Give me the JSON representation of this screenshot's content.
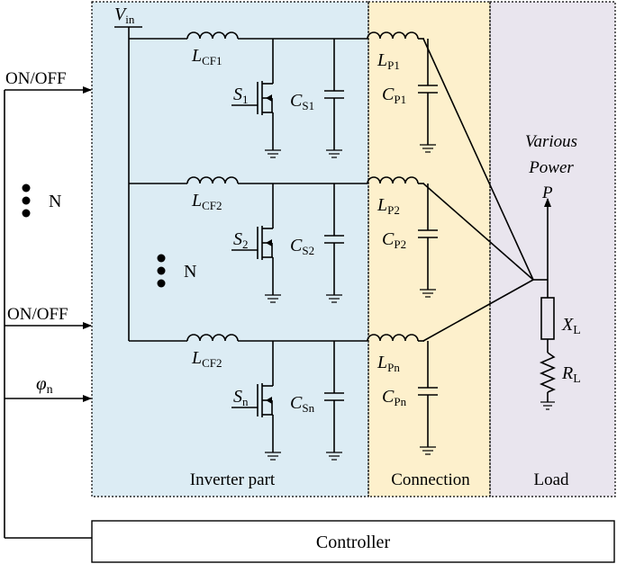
{
  "regions": {
    "inverter": {
      "label": "Inverter part",
      "fill": "#dcecf4"
    },
    "connection": {
      "label": "Connection",
      "fill": "#fdf0cc"
    },
    "load": {
      "label": "Load",
      "fill": "#e9e5ee"
    }
  },
  "source": {
    "symbol": "V",
    "sub": "in"
  },
  "left_signals": {
    "top": "ON/OFF",
    "dots": "N",
    "middle": "ON/OFF",
    "phase_symbol": "φ",
    "phase_sub": "n"
  },
  "inner_dots": "N",
  "stages": [
    {
      "lcf": "L",
      "lcf_sub": "CF1",
      "sw": "S",
      "sw_sub": "1",
      "cs": "C",
      "cs_sub": "S1",
      "lp": "L",
      "lp_sub": "P1",
      "cp": "C",
      "cp_sub": "P1"
    },
    {
      "lcf": "L",
      "lcf_sub": "CF2",
      "sw": "S",
      "sw_sub": "2",
      "cs": "C",
      "cs_sub": "S2",
      "lp": "L",
      "lp_sub": "P2",
      "cp": "C",
      "cp_sub": "P2"
    },
    {
      "lcf": "L",
      "lcf_sub": "CF2",
      "sw": "S",
      "sw_sub": "n",
      "cs": "C",
      "cs_sub": "Sn",
      "lp": "L",
      "lp_sub": "Pn",
      "cp": "C",
      "cp_sub": "Pn"
    }
  ],
  "load": {
    "power_line1": "Various",
    "power_line2": "Power",
    "power_symbol": "P",
    "x_symbol": "X",
    "x_sub": "L",
    "r_symbol": "R",
    "r_sub": "L"
  },
  "controller": {
    "label": "Controller"
  }
}
